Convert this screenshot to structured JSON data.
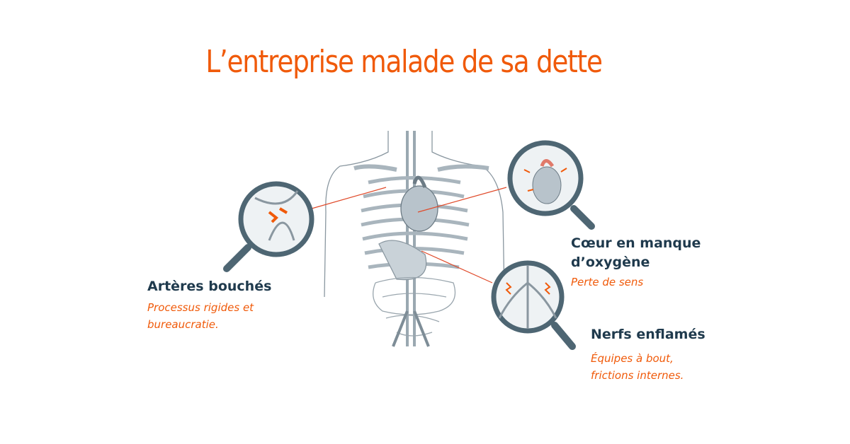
{
  "title": "L’entreprise malade de sa dette",
  "callouts": [
    {
      "heading": "Artères bouchés",
      "text": "Processus rigides et bureaucratie.",
      "icon": "magnifier-arteries-icon"
    },
    {
      "heading": "Cœur en manque d’oxygène",
      "text": "Perte de sens",
      "icon": "magnifier-heart-icon"
    },
    {
      "heading": "Nerfs enflamés",
      "text": "Équipes à bout, frictions internes.",
      "icon": "magnifier-nerves-icon"
    }
  ],
  "colors": {
    "accent": "#f05a0a",
    "heading": "#1f3a4d",
    "lens": "#4e6673"
  }
}
